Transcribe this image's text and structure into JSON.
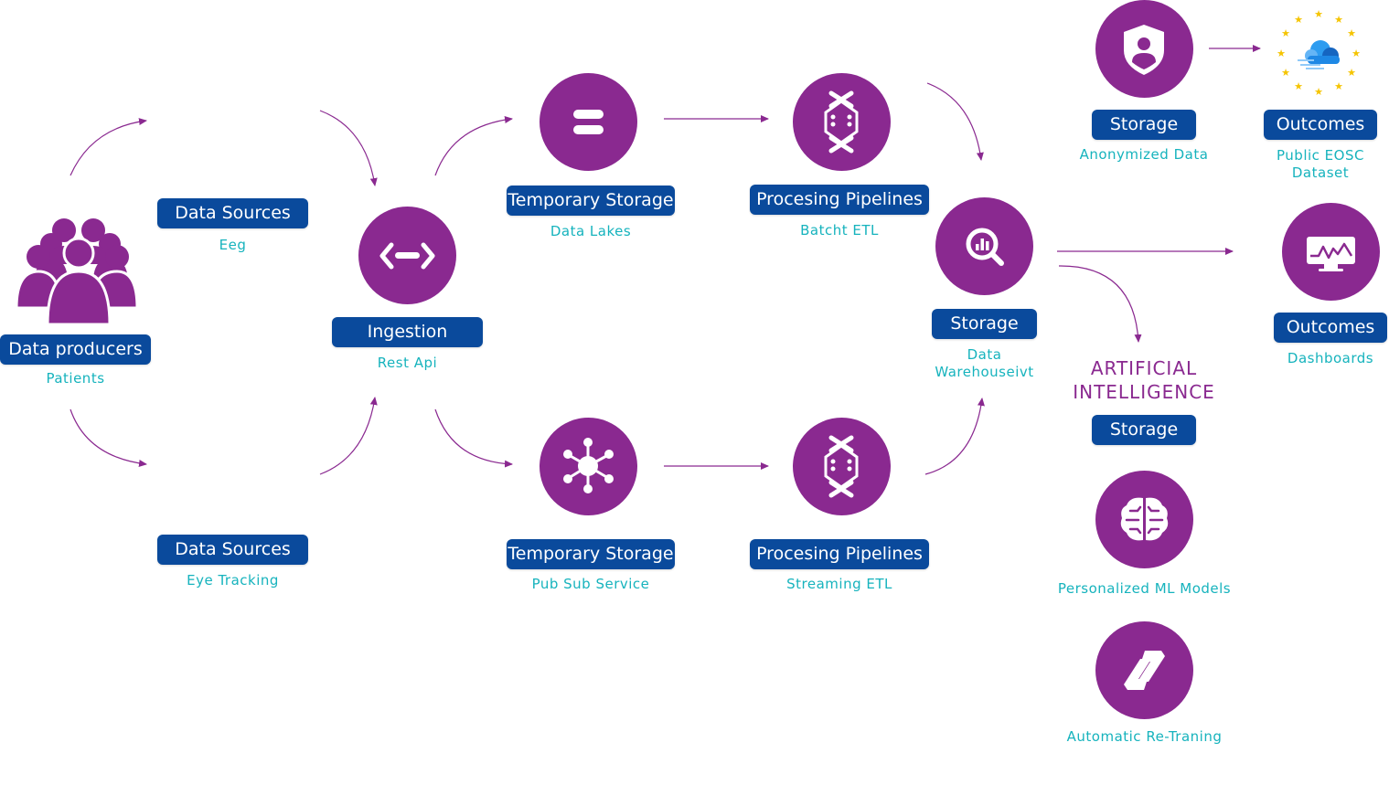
{
  "producers": {
    "label": "Data producers",
    "sub": "Patients",
    "icon": "people-group-icon"
  },
  "sources_eeg": {
    "label": "Data Sources",
    "sub": "Eeg"
  },
  "sources_eye": {
    "label": "Data Sources",
    "sub": "Eye Tracking"
  },
  "ingestion": {
    "label": "Ingestion",
    "sub": "Rest Api",
    "icon": "api-brackets-icon"
  },
  "temp_lakes": {
    "label": "Temporary Storage",
    "sub": "Data Lakes",
    "icon": "equals-icon"
  },
  "temp_pubsub": {
    "label": "Temporary Storage",
    "sub": "Pub Sub Service",
    "icon": "hub-network-icon"
  },
  "pipe_batch": {
    "label": "Procesing Pipelines",
    "sub": "Batcht ETL",
    "icon": "dataflow-icon"
  },
  "pipe_stream": {
    "label": "Procesing Pipelines",
    "sub": "Streaming ETL",
    "icon": "dataflow-icon"
  },
  "warehouse": {
    "label": "Storage",
    "sub_line1": "Data",
    "sub_line2": "Warehouseivt",
    "icon": "analytics-search-icon"
  },
  "anonymized": {
    "label": "Storage",
    "sub": "Anonymized Data",
    "icon": "shield-user-icon"
  },
  "eosc": {
    "label": "Outcomes",
    "sub_line1": "Public EOSC",
    "sub_line2": "Dataset",
    "icon": "eu-stars-cloud-icon"
  },
  "dashboards": {
    "label": "Outcomes",
    "sub": "Dashboards",
    "icon": "monitor-chart-icon"
  },
  "ai": {
    "title_line1": "ARTIFICIAL",
    "title_line2": "INTELLIGENCE",
    "label": "Storage"
  },
  "ml_models": {
    "sub": "Personalized ML Models",
    "icon": "brain-icon"
  },
  "retraining": {
    "sub": "Automatic Re-Traning",
    "icon": "retrain-icon"
  },
  "colors": {
    "node_fill": "#8a2990",
    "pill_fill": "#0a4a9c",
    "caption": "#16b3bd",
    "arrow": "#8a2990",
    "ai_title": "#8a2990",
    "eu_star": "#f5c400",
    "cloud": "#1e88e5"
  }
}
